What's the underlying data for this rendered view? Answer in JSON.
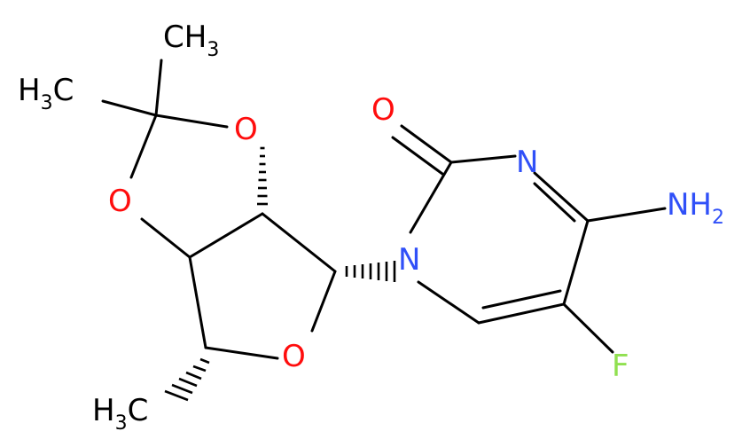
{
  "atoms": {
    "methyl_top": {
      "main": "CH",
      "sub": "3"
    },
    "methyl_left": {
      "main": "H",
      "sub": "3",
      "tail": "C"
    },
    "methyl_bottom": {
      "main": "H",
      "sub": "3",
      "tail": "C"
    },
    "o_dioxolane_top": "O",
    "o_dioxolane_left": "O",
    "o_ring": "O",
    "o_carbonyl": "O",
    "n_ring_upper": "N",
    "n_ring_lower": "N",
    "amine": {
      "main": "NH",
      "sub": "2"
    },
    "fluorine": "F"
  },
  "colors": {
    "bond": "#000000",
    "oxygen": "#ff0d0d",
    "nitrogen": "#3050f8",
    "fluorine": "#90e050",
    "carbon": "#000000"
  }
}
